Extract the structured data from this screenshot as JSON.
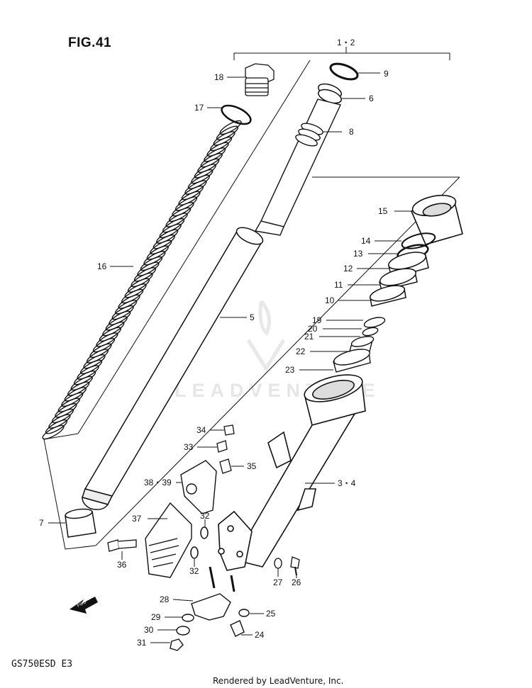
{
  "figure_title": "FIG.41",
  "model_code": "GS750ESD  E3",
  "render_credit": "Rendered by LeadVenture, Inc.",
  "watermark": "LEADVENTURE",
  "fwd_label": "FWD",
  "callouts": {
    "p1_2": "1・2",
    "p3_4": "3・4",
    "p5": "5",
    "p6": "6",
    "p7": "7",
    "p8": "8",
    "p9": "9",
    "p10": "10",
    "p11": "11",
    "p12": "12",
    "p13": "13",
    "p14": "14",
    "p15": "15",
    "p16": "16",
    "p17": "17",
    "p18": "18",
    "p19": "19",
    "p20": "20",
    "p21": "21",
    "p22": "22",
    "p23": "23",
    "p24": "24",
    "p25": "25",
    "p26": "26",
    "p27": "27",
    "p28": "28",
    "p29": "29",
    "p30": "30",
    "p31": "31",
    "p32a": "32",
    "p32b": "32",
    "p33": "33",
    "p34": "34",
    "p35": "35",
    "p36": "36",
    "p37": "37",
    "p38_39": "38・39"
  }
}
